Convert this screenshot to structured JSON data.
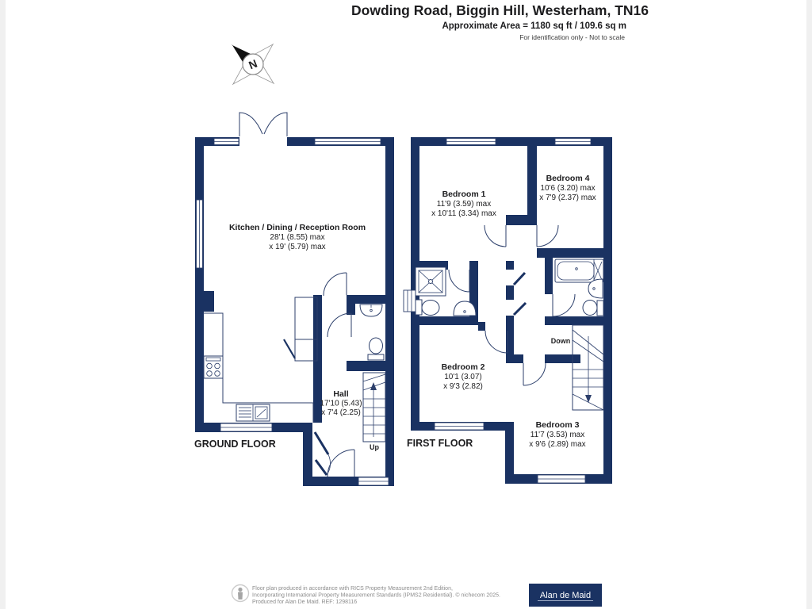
{
  "header": {
    "title": "Dowding Road, Biggin Hill, Westerham, TN16",
    "area": "Approximate Area = 1180 sq ft / 109.6 sq m",
    "note": "For identification only - Not to scale"
  },
  "compass": {
    "north": "N"
  },
  "colors": {
    "wall": "#1a3262",
    "fixture_line": "#2c3f6b",
    "text": "#1d1d1f",
    "footer_text": "#8c8c8c",
    "logo_background": "#1a3262",
    "logo_text": "#ffffff"
  },
  "ground_floor": {
    "label": "GROUND FLOOR",
    "stairs": "Up",
    "rooms": {
      "kitchen": {
        "name": "Kitchen / Dining / Reception Room",
        "dim1": "28'1 (8.55) max",
        "dim2": "x 19' (5.79) max"
      },
      "hall": {
        "name": "Hall",
        "dim1": "17'10 (5.43)",
        "dim2": "x 7'4 (2.25)"
      }
    }
  },
  "first_floor": {
    "label": "FIRST FLOOR",
    "stairs": "Down",
    "rooms": {
      "bedroom1": {
        "name": "Bedroom 1",
        "dim1": "11'9 (3.59) max",
        "dim2": "x 10'11 (3.34) max"
      },
      "bedroom2": {
        "name": "Bedroom 2",
        "dim1": "10'1 (3.07)",
        "dim2": "x 9'3 (2.82)"
      },
      "bedroom3": {
        "name": "Bedroom 3",
        "dim1": "11'7 (3.53) max",
        "dim2": "x 9'6 (2.89) max"
      },
      "bedroom4": {
        "name": "Bedroom 4",
        "dim1": "10'6 (3.20) max",
        "dim2": "x 7'9 (2.37) max"
      }
    }
  },
  "footer": {
    "line1": "Floor plan produced in accordance with RICS Property Measurement 2nd Edition,",
    "line2": "Incorporating International Property Measurement Standards (IPMS2 Residential). © nichecom 2025.",
    "line3": "Produced for Alan De Maid. REF: 1298116",
    "logo_text": "Alan de Maid"
  }
}
